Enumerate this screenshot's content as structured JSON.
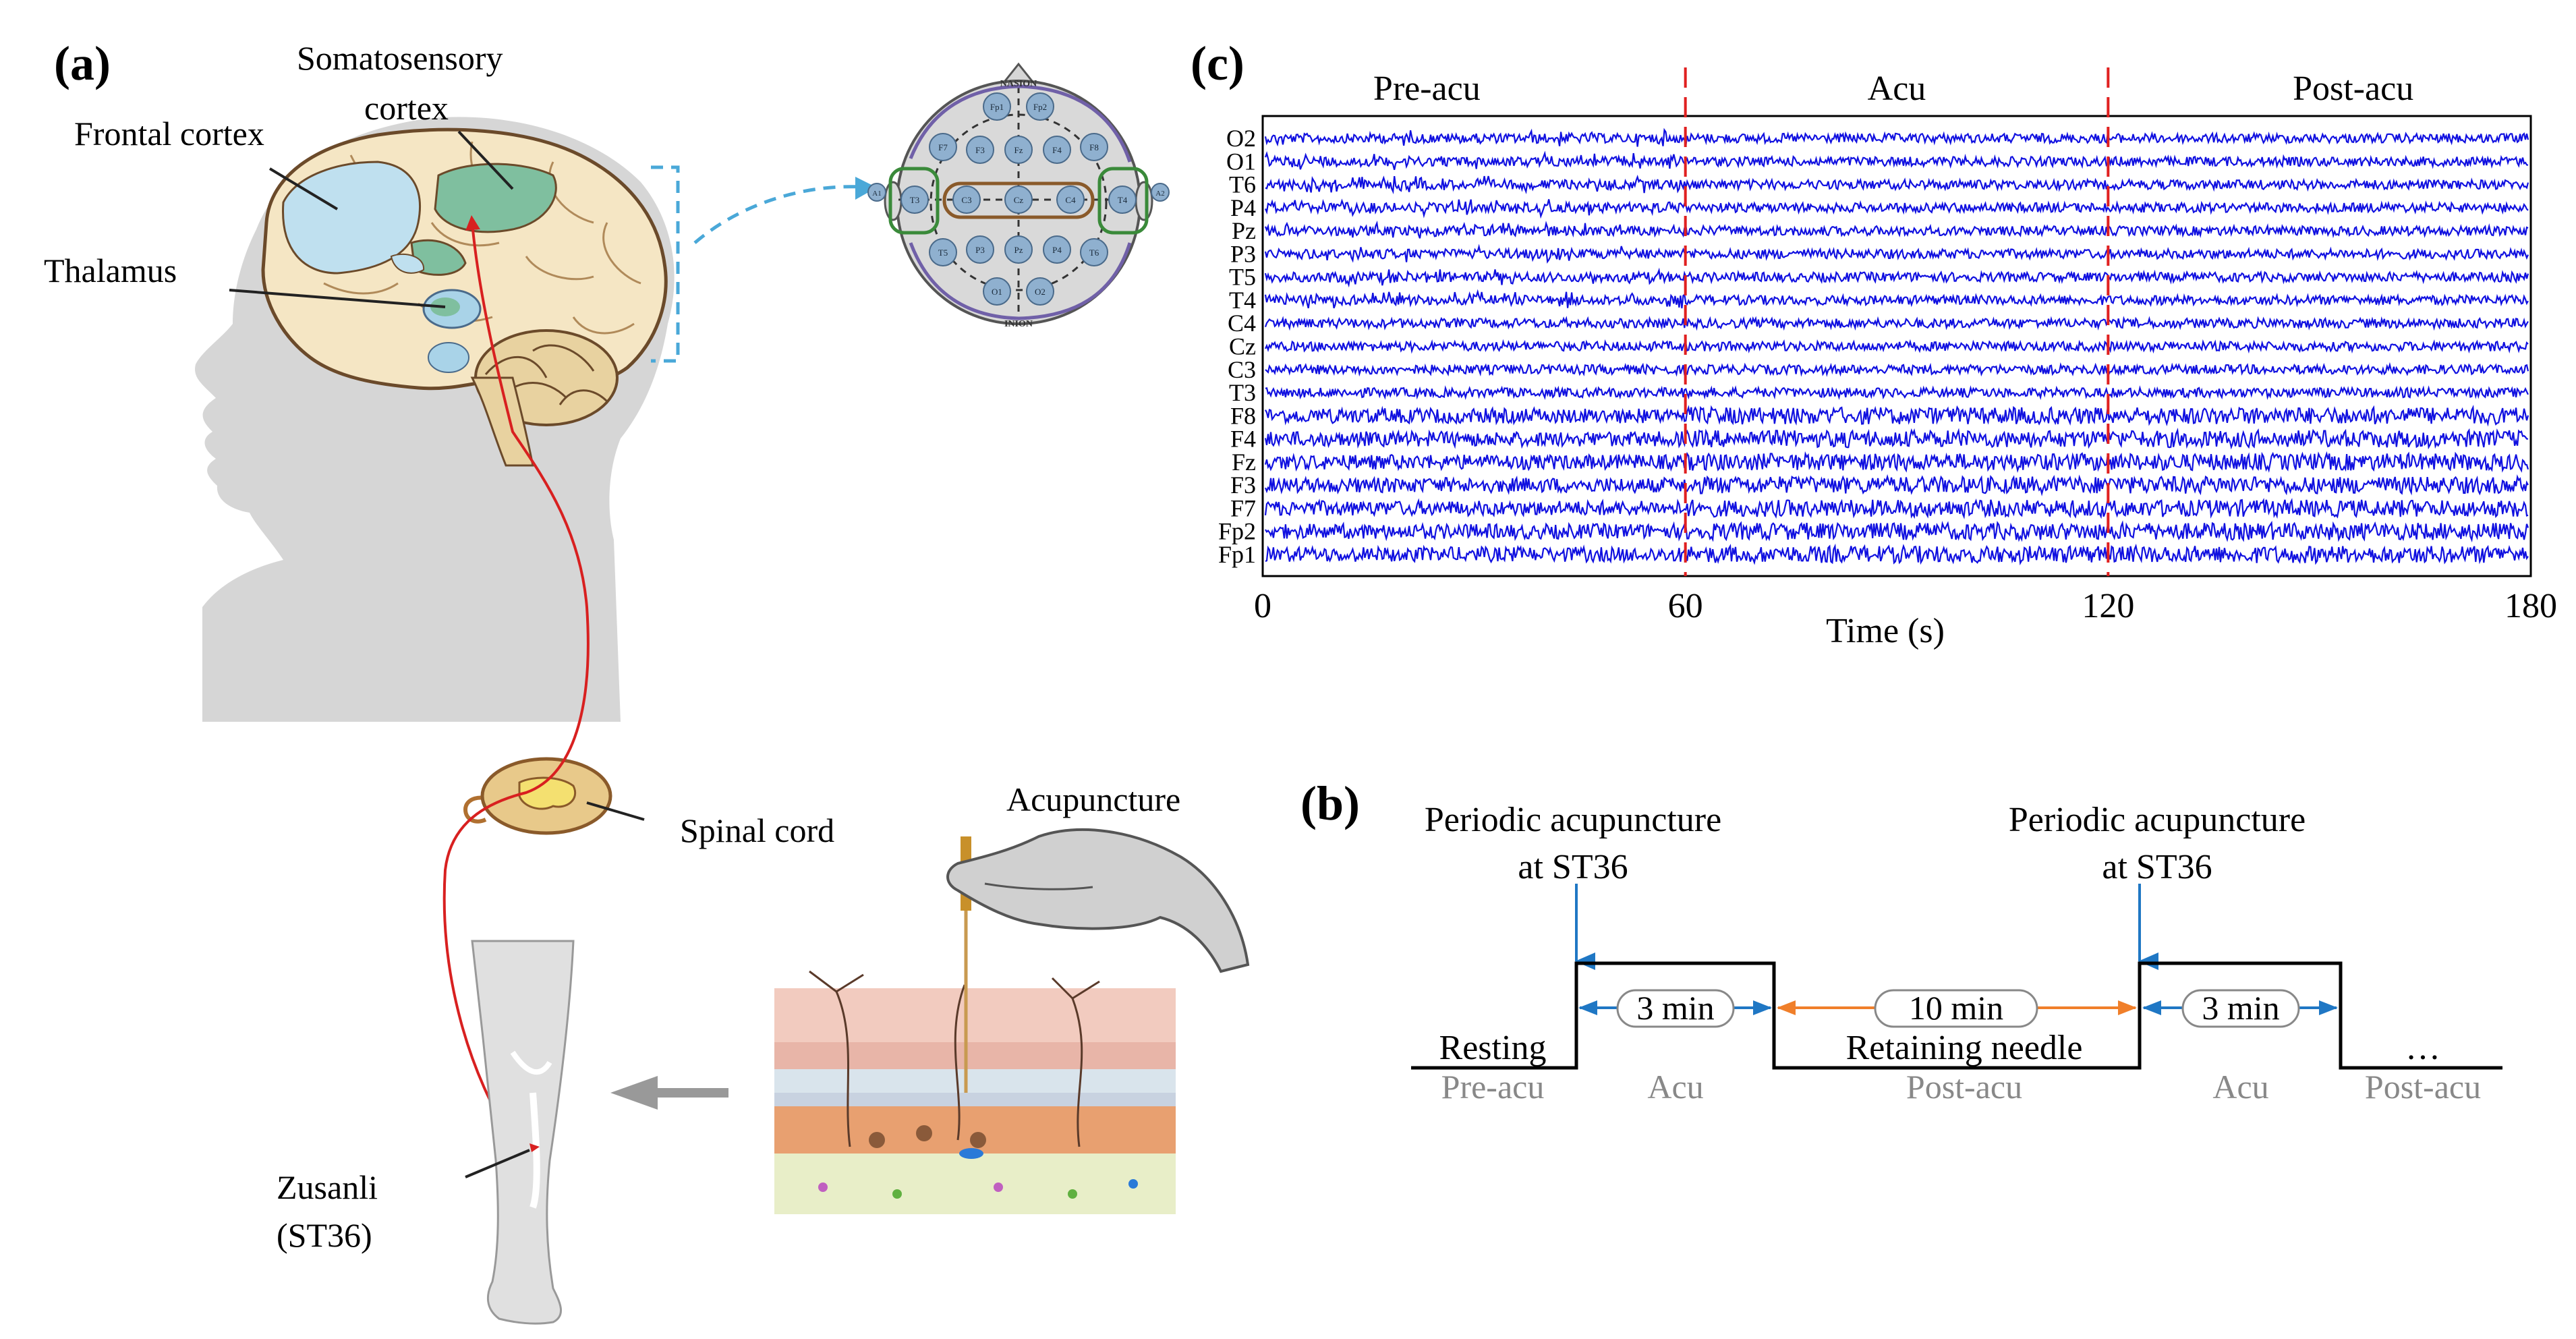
{
  "panel_a": {
    "label": "(a)",
    "frontal_cortex": "Frontal cortex",
    "somatosensory_line1": "Somatosensory",
    "somatosensory_line2": "cortex",
    "thalamus": "Thalamus",
    "spinal_cord": "Spinal cord",
    "acupuncture": "Acupuncture",
    "zusanli_line1": "Zusanli",
    "zusanli_line2": "(ST36)",
    "headmap": {
      "nasion": "NASION",
      "inion": "INION",
      "electrodes": [
        "Fp1",
        "Fp2",
        "F7",
        "F3",
        "Fz",
        "F4",
        "F8",
        "A1",
        "T3",
        "C3",
        "Cz",
        "C4",
        "T4",
        "A2",
        "T5",
        "P3",
        "Pz",
        "P4",
        "T6",
        "O1",
        "O2"
      ]
    }
  },
  "panel_b": {
    "label": "(b)",
    "arrow1_line1": "Periodic acupuncture",
    "arrow1_line2": "at ST36",
    "arrow2_line1": "Periodic acupuncture",
    "arrow2_line2": "at ST36",
    "resting": "Resting",
    "retaining": "Retaining needle",
    "ellipsis": "…",
    "durations": [
      "3 min",
      "10 min",
      "3 min"
    ],
    "phases": [
      "Pre-acu",
      "Acu",
      "Post-acu",
      "Acu",
      "Post-acu"
    ],
    "colors": {
      "step": "#000000",
      "blue_arrow": "#1f77c4",
      "orange_arrow": "#f07f2a",
      "phase_text": "#888888"
    }
  },
  "chart_data": {
    "type": "line",
    "title": "",
    "xlabel": "Time (s)",
    "ylabel": "",
    "xlim": [
      0,
      180
    ],
    "xticks": [
      "0",
      "60",
      "120",
      "180"
    ],
    "channels": [
      "O2",
      "O1",
      "T6",
      "P4",
      "Pz",
      "P3",
      "T5",
      "T4",
      "C4",
      "Cz",
      "C3",
      "T3",
      "F8",
      "F4",
      "Fz",
      "F3",
      "F7",
      "Fp2",
      "Fp1"
    ],
    "segments": [
      {
        "label": "Pre-acu",
        "start": 0,
        "end": 60
      },
      {
        "label": "Acu",
        "start": 60,
        "end": 120
      },
      {
        "label": "Post-acu",
        "start": 120,
        "end": 180
      }
    ],
    "markers": [
      60,
      120
    ],
    "trace_color": "#1010e0",
    "marker_color": "#e02020"
  }
}
